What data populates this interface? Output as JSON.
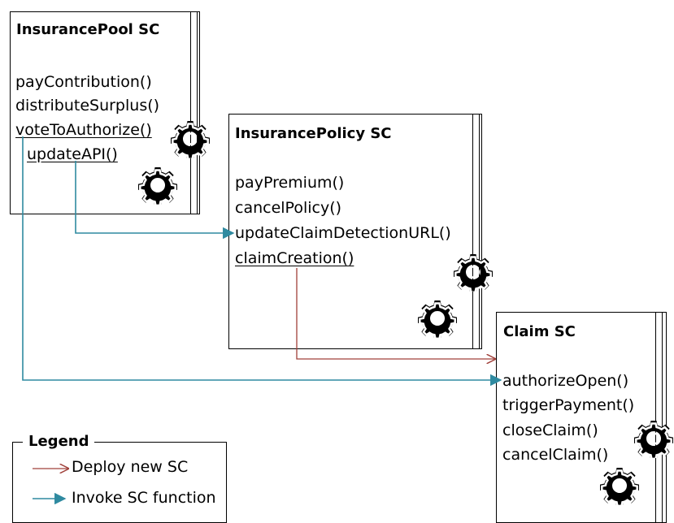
{
  "colors": {
    "deploy": "#a0403a",
    "invoke": "#2f8aa0",
    "border": "#000000"
  },
  "boxes": {
    "insurance_pool": {
      "title": "InsurancePool SC",
      "methods": [
        "payContribution()",
        "distributeSurplus()",
        "voteToAuthorize()",
        "updateAPI()"
      ]
    },
    "insurance_policy": {
      "title": "InsurancePolicy SC",
      "methods": [
        "payPremium()",
        "cancelPolicy()",
        "updateClaimDetectionURL()",
        "claimCreation()"
      ]
    },
    "claim": {
      "title": "Claim SC",
      "methods": [
        "authorizeOpen()",
        "triggerPayment()",
        "closeClaim()",
        "cancelClaim()"
      ]
    }
  },
  "legend": {
    "title": "Legend",
    "deploy_label": "Deploy new SC",
    "invoke_label": "Invoke SC function"
  },
  "icons": [
    "gear-icon"
  ]
}
